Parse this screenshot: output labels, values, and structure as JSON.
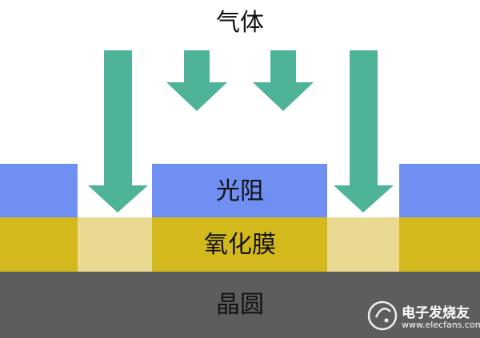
{
  "labels": {
    "gas": "气体",
    "photoresist": "光阻",
    "oxide": "氧化膜",
    "wafer": "晶圆"
  },
  "watermark": {
    "brand": "电子发烧友",
    "url": "www.elecfans.com"
  },
  "colors": {
    "arrow": "#4fb39a",
    "photoresist": "#6f8ff2",
    "oxide": "#d4b91c",
    "oxide_exposed": "#ead991",
    "wafer": "#5d5d5d",
    "text": "#111111",
    "watermark": "#ffffff"
  }
}
